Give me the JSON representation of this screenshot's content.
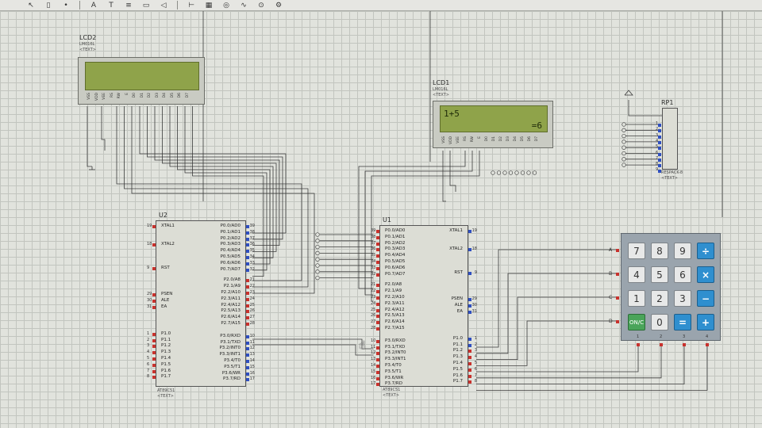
{
  "toolbar": {
    "icons": [
      "pointer-icon",
      "component-icon",
      "junction-icon",
      "label-icon",
      "text-icon",
      "bus-icon",
      "subcircuit-icon",
      "terminal-icon",
      "pin-icon",
      "graph-icon",
      "tape-icon",
      "generator-icon",
      "probe-icon",
      "instrument-icon"
    ]
  },
  "lcd2": {
    "name": "LCD2",
    "type": "LM016L",
    "text": "<TEXT>",
    "line1": "",
    "line2": "",
    "pins": [
      "VSS",
      "VDD",
      "VEE",
      "RS",
      "RW",
      "E",
      "D0",
      "D1",
      "D2",
      "D3",
      "D4",
      "D5",
      "D6",
      "D7"
    ]
  },
  "lcd1": {
    "name": "LCD1",
    "type": "LM016L",
    "text": "<TEXT>",
    "line1": "1+5",
    "line2": "=6",
    "pins": [
      "VSS",
      "VDD",
      "VEE",
      "RS",
      "RW",
      "E",
      "D0",
      "D1",
      "D2",
      "D3",
      "D4",
      "D5",
      "D6",
      "D7"
    ]
  },
  "u2": {
    "name": "U2",
    "part": "AT89C51",
    "text": "<TEXT>",
    "left_pins": [
      {
        "num": "19",
        "label": "XTAL1"
      },
      {
        "num": "18",
        "label": "XTAL2"
      },
      {
        "num": "9",
        "label": "RST"
      },
      {
        "num": "29",
        "label": "PSEN"
      },
      {
        "num": "30",
        "label": "ALE"
      },
      {
        "num": "31",
        "label": "EA"
      },
      {
        "num": "1",
        "label": "P1.0"
      },
      {
        "num": "2",
        "label": "P1.1"
      },
      {
        "num": "3",
        "label": "P1.2"
      },
      {
        "num": "4",
        "label": "P1.3"
      },
      {
        "num": "5",
        "label": "P1.4"
      },
      {
        "num": "6",
        "label": "P1.5"
      },
      {
        "num": "7",
        "label": "P1.6"
      },
      {
        "num": "8",
        "label": "P1.7"
      }
    ],
    "right_pins": [
      {
        "num": "39",
        "label": "P0.0/AD0"
      },
      {
        "num": "38",
        "label": "P0.1/AD1"
      },
      {
        "num": "37",
        "label": "P0.2/AD2"
      },
      {
        "num": "36",
        "label": "P0.3/AD3"
      },
      {
        "num": "35",
        "label": "P0.4/AD4"
      },
      {
        "num": "34",
        "label": "P0.5/AD5"
      },
      {
        "num": "33",
        "label": "P0.6/AD6"
      },
      {
        "num": "32",
        "label": "P0.7/AD7"
      },
      {
        "num": "21",
        "label": "P2.0/A8"
      },
      {
        "num": "22",
        "label": "P2.1/A9"
      },
      {
        "num": "23",
        "label": "P2.2/A10"
      },
      {
        "num": "24",
        "label": "P2.3/A11"
      },
      {
        "num": "25",
        "label": "P2.4/A12"
      },
      {
        "num": "26",
        "label": "P2.5/A13"
      },
      {
        "num": "27",
        "label": "P2.6/A14"
      },
      {
        "num": "28",
        "label": "P2.7/A15"
      },
      {
        "num": "10",
        "label": "P3.0/RXD"
      },
      {
        "num": "11",
        "label": "P3.1/TXD"
      },
      {
        "num": "12",
        "label": "P3.2/INT0"
      },
      {
        "num": "13",
        "label": "P3.3/INT1"
      },
      {
        "num": "14",
        "label": "P3.4/T0"
      },
      {
        "num": "15",
        "label": "P3.5/T1"
      },
      {
        "num": "16",
        "label": "P3.6/WR"
      },
      {
        "num": "17",
        "label": "P3.7/RD"
      }
    ]
  },
  "u1": {
    "name": "U1",
    "part": "AT89C51",
    "text": "<TEXT>",
    "left_pins": [
      {
        "num": "39",
        "label": "P0.0/AD0"
      },
      {
        "num": "38",
        "label": "P0.1/AD1"
      },
      {
        "num": "37",
        "label": "P0.2/AD2"
      },
      {
        "num": "36",
        "label": "P0.3/AD3"
      },
      {
        "num": "35",
        "label": "P0.4/AD4"
      },
      {
        "num": "34",
        "label": "P0.5/AD5"
      },
      {
        "num": "33",
        "label": "P0.6/AD6"
      },
      {
        "num": "32",
        "label": "P0.7/AD7"
      },
      {
        "num": "21",
        "label": "P2.0/A8"
      },
      {
        "num": "22",
        "label": "P2.1/A9"
      },
      {
        "num": "23",
        "label": "P2.2/A10"
      },
      {
        "num": "24",
        "label": "P2.3/A11"
      },
      {
        "num": "25",
        "label": "P2.4/A12"
      },
      {
        "num": "26",
        "label": "P2.5/A13"
      },
      {
        "num": "27",
        "label": "P2.6/A14"
      },
      {
        "num": "28",
        "label": "P2.7/A15"
      },
      {
        "num": "10",
        "label": "P3.0/RXD"
      },
      {
        "num": "11",
        "label": "P3.1/TXD"
      },
      {
        "num": "12",
        "label": "P3.2/INT0"
      },
      {
        "num": "13",
        "label": "P3.3/INT1"
      },
      {
        "num": "14",
        "label": "P3.4/T0"
      },
      {
        "num": "15",
        "label": "P3.5/T1"
      },
      {
        "num": "16",
        "label": "P3.6/WR"
      },
      {
        "num": "17",
        "label": "P3.7/RD"
      }
    ],
    "right_pins": [
      {
        "num": "19",
        "label": "XTAL1"
      },
      {
        "num": "18",
        "label": "XTAL2"
      },
      {
        "num": "9",
        "label": "RST"
      },
      {
        "num": "29",
        "label": "PSEN"
      },
      {
        "num": "30",
        "label": "ALE"
      },
      {
        "num": "31",
        "label": "EA"
      },
      {
        "num": "1",
        "label": "P1.0"
      },
      {
        "num": "2",
        "label": "P1.1"
      },
      {
        "num": "3",
        "label": "P1.2"
      },
      {
        "num": "4",
        "label": "P1.3"
      },
      {
        "num": "5",
        "label": "P1.4"
      },
      {
        "num": "6",
        "label": "P1.5"
      },
      {
        "num": "7",
        "label": "P1.6"
      },
      {
        "num": "8",
        "label": "P1.7"
      }
    ]
  },
  "rp1": {
    "name": "RP1",
    "part": "RESPACK-8",
    "text": "<TEXT>",
    "pins": [
      "1",
      "2",
      "3",
      "4",
      "5",
      "6",
      "7",
      "8",
      "9"
    ]
  },
  "keypad": {
    "rows": [
      "A",
      "B",
      "C",
      "D"
    ],
    "cols": [
      "1",
      "2",
      "3",
      "4"
    ],
    "keys": [
      {
        "label": "7",
        "kind": "num"
      },
      {
        "label": "8",
        "kind": "num"
      },
      {
        "label": "9",
        "kind": "num"
      },
      {
        "label": "÷",
        "kind": "op"
      },
      {
        "label": "4",
        "kind": "num"
      },
      {
        "label": "5",
        "kind": "num"
      },
      {
        "label": "6",
        "kind": "num"
      },
      {
        "label": "×",
        "kind": "op"
      },
      {
        "label": "1",
        "kind": "num"
      },
      {
        "label": "2",
        "kind": "num"
      },
      {
        "label": "3",
        "kind": "num"
      },
      {
        "label": "−",
        "kind": "op"
      },
      {
        "label": "ON/C",
        "kind": "onc"
      },
      {
        "label": "0",
        "kind": "num"
      },
      {
        "label": "=",
        "kind": "op"
      },
      {
        "label": "+",
        "kind": "op"
      }
    ]
  },
  "colors": {
    "grid": "#c2c5bf",
    "wire": "#3a3a3a",
    "lcd_screen": "#8fa34a",
    "pin_red": "#c8322d",
    "pin_blue": "#2f4fc0",
    "key_op": "#2f8fcf",
    "key_onc": "#4aa45a"
  }
}
